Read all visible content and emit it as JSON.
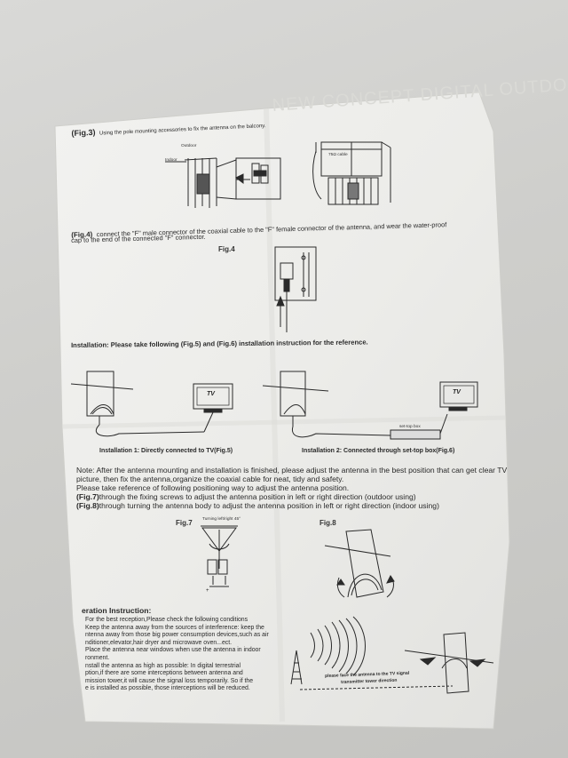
{
  "header_watermark": "NEW CONCEPT DIGITAL OUTDOOR",
  "fig3": {
    "tag": "(Fig.3)",
    "text": "Using the pole mounting accessories to fix the antenna on the balcony.",
    "label_outdoor": "Outdoor",
    "label_indoor": "Indoor",
    "label_cable": "75Ω cable"
  },
  "fig4": {
    "tag": "(Fig.4)",
    "text_line1": "connect the \"F\" male connector of the coaxial cable to the \"F\" female connector of the antenna, and wear the water-proof",
    "text_line2": "cap to the end of the connected \"F\" connector.",
    "caption": "Fig.4"
  },
  "installation": {
    "heading": "Installation: Please take following (Fig.5) and (Fig.6) installation instruction for the reference.",
    "tv_label_1": "TV",
    "tv_label_2": "TV",
    "settop_label": "set-top box",
    "caption_1": "Installation 1: Directly connected to TV(Fig.5)",
    "caption_2": "Installation 2: Connected through set-top box(Fig.6)"
  },
  "note": {
    "line1": "Note: After the antenna mounting and installation is finished, please adjust the antenna in the best position that can get clear TV",
    "line2": "picture, then fix the antenna,organize the coaxial cable for neat, tidy and safety.",
    "line3": "Please take reference of following positioning way to adjust the antenna position.",
    "fig7_tag": "(Fig.7)",
    "fig7_text": "through the fixing screws to adjust the antenna position in left or right direction (outdoor using)",
    "fig8_tag": "(Fig.8)",
    "fig8_text": "through turning the antenna body to adjust the antenna position in left or right direction (indoor using)"
  },
  "fig7": {
    "caption": "Fig.7",
    "turn_label": "Turning left/right 45°"
  },
  "fig8": {
    "caption": "Fig.8"
  },
  "operation": {
    "heading": "eration Instruction:",
    "lines": [
      "For the best reception,Please check the following conditions",
      "Keep the antenna away from the sources of interference: keep the",
      "ntenna away from those big power consumption devices,such as air",
      "nditioner,elevator,hair dryer and microwave oven...ect.",
      "Place the antenna near windows when use the antenna in indoor",
      "ronment.",
      "nstall the antenna as high as possible: In digital terrestrial",
      "ption,if there are some interceptions between antenna and",
      "mission tower,it will cause the signal loss temporarily. So if the",
      "e is installed as possible, those interceptions will be reduced."
    ],
    "face_line1": "please face the antenna to the TV signal",
    "face_line2": "transmitter tower direction"
  }
}
